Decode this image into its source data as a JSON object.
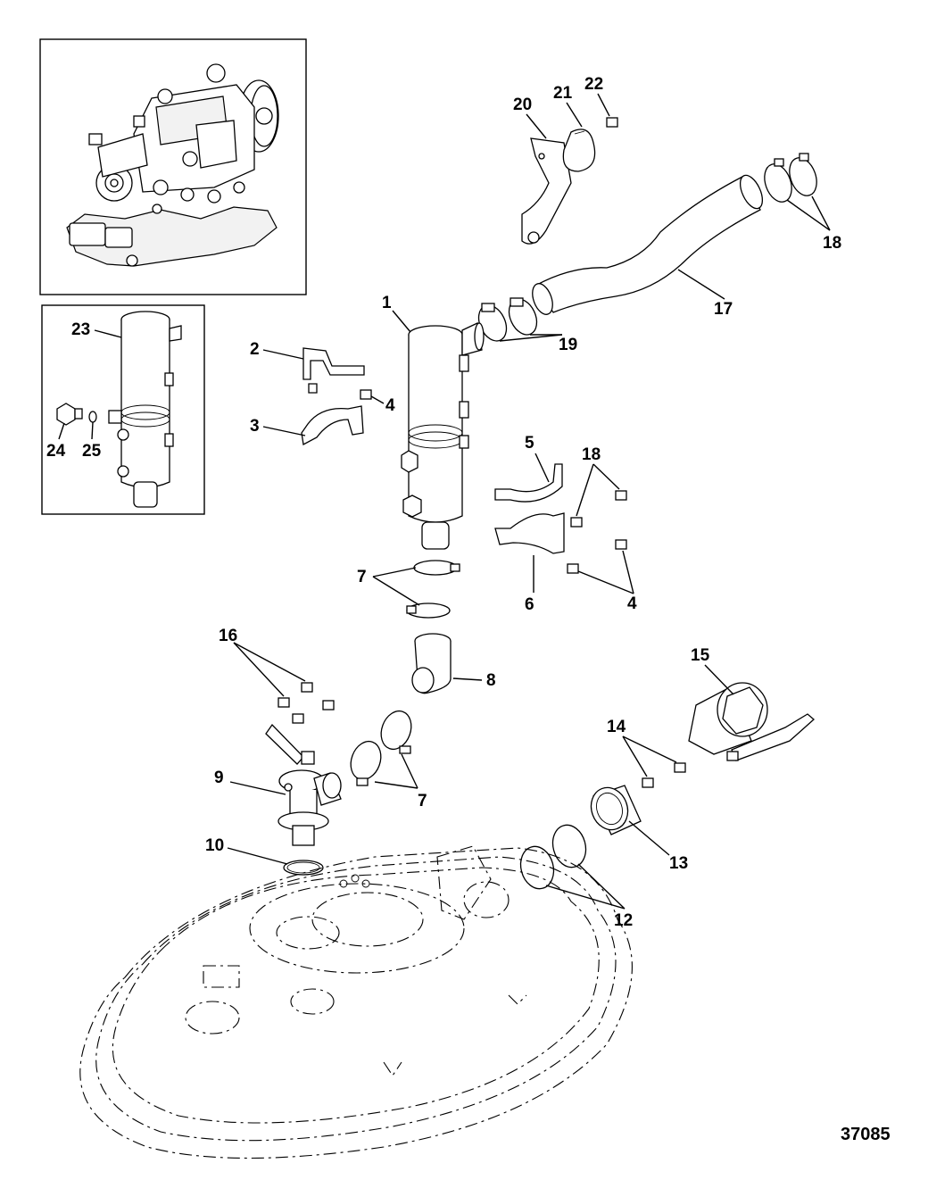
{
  "figure_number": "37085",
  "callouts": [
    "1",
    "2",
    "3",
    "4",
    "4",
    "5",
    "6",
    "7",
    "7",
    "8",
    "9",
    "10",
    "12",
    "13",
    "14",
    "15",
    "16",
    "17",
    "18",
    "18",
    "19",
    "20",
    "21",
    "22",
    "23",
    "24",
    "25"
  ],
  "inset_callouts": [
    "23",
    "24",
    "25"
  ],
  "icons": [
    "engine-inset-drawing",
    "muffler-detail-inset"
  ]
}
